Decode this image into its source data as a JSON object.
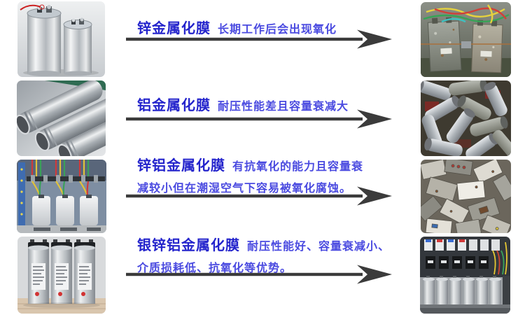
{
  "page": {
    "background": "#ffffff"
  },
  "colors": {
    "title_text": "#2424cc",
    "description_text": "#4a4ae0",
    "arrow": "#3b3b3b"
  },
  "rows": [
    {
      "title": "锌金属化膜",
      "desc_lines": [
        "长期工作后会出现氧化"
      ],
      "left_photo_alt": "new zinc metallized film capacitors (two aluminum cans)",
      "right_photo_alt": "oxidized capacitors after long-term service in cabinet"
    },
    {
      "title": "铝金属化膜",
      "desc_lines": [
        "耐压性能差且容量衰减大"
      ],
      "left_photo_alt": "aluminum metallized film capacitor shells (three tubes)",
      "right_photo_alt": "pile of scrapped cylindrical capacitors"
    },
    {
      "title": "锌铝金属化膜",
      "desc_lines": [
        "有抗氧化的能力且容量衰",
        "减较小但在潮湿空气下容易被氧化腐蚀。"
      ],
      "left_photo_alt": "zinc-aluminum film capacitors installed in power cabinet",
      "right_photo_alt": "pile of corroded box capacitors"
    },
    {
      "title": "银锌铝金属化膜",
      "desc_lines": [
        "耐压性能好、容量衰减小、",
        "介质损耗低、抗氧化等优势。"
      ],
      "left_photo_alt": "silver-zinc-aluminum film capacitors (three labeled cans)",
      "right_photo_alt": "capacitor bank installed in electrical panel"
    }
  ]
}
